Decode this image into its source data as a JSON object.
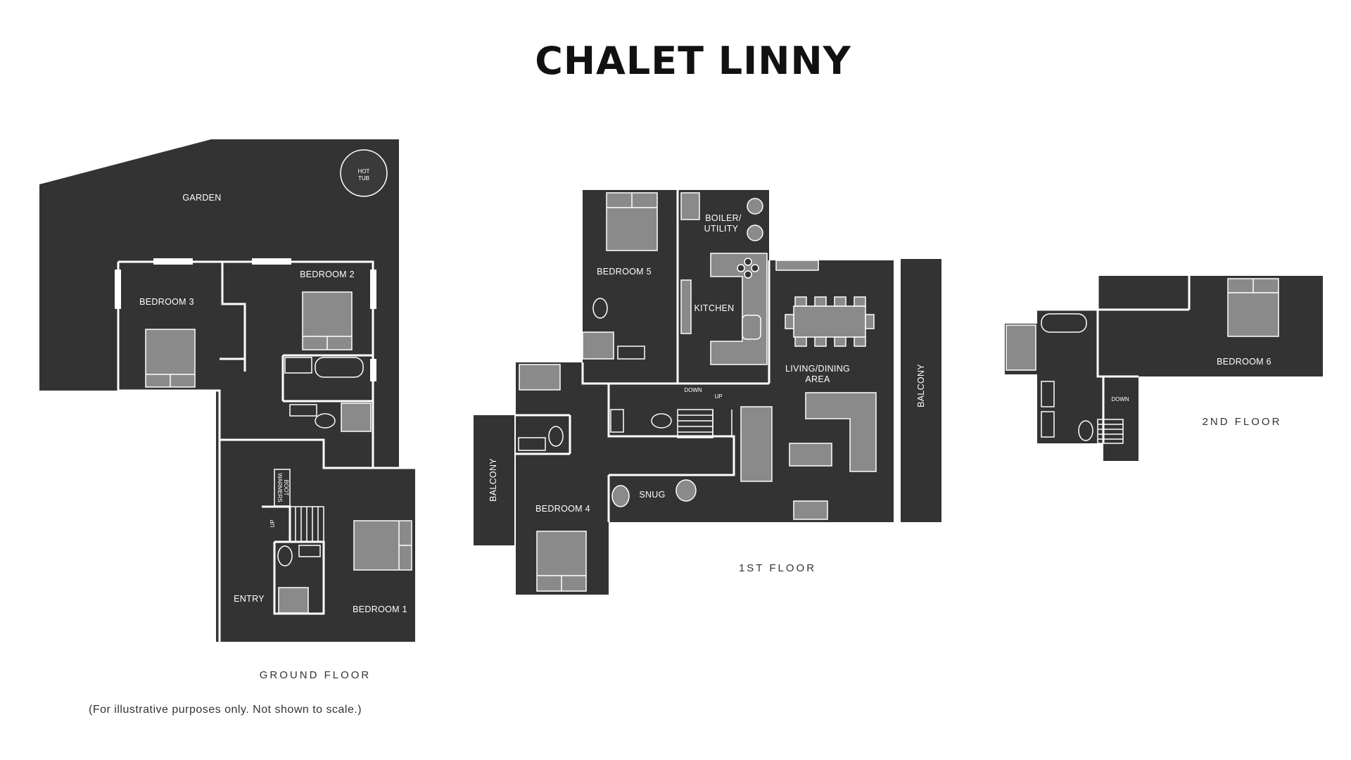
{
  "title": "CHALET LINNY",
  "note": "(For illustrative purposes only. Not shown to scale.)",
  "colors": {
    "floor": "#333333",
    "wall": "#ffffff",
    "fixture": "#8a8a8a",
    "text": "#111111"
  },
  "ground_floor": {
    "label": "GROUND FLOOR",
    "rooms": {
      "garden": "GARDEN",
      "hot_tub_line1": "HOT",
      "hot_tub_line2": "TUB",
      "bedroom3": "BEDROOM 3",
      "bedroom2": "BEDROOM 2",
      "bedroom1": "BEDROOM 1",
      "entry": "ENTRY",
      "boot_line1": "BOOT",
      "boot_line2": "WARMERS",
      "up": "UP"
    }
  },
  "first_floor": {
    "label": "1ST FLOOR",
    "rooms": {
      "bedroom5": "BEDROOM 5",
      "boiler_line1": "BOILER/",
      "boiler_line2": "UTILITY",
      "kitchen": "KITCHEN",
      "living_line1": "LIVING/DINING",
      "living_line2": "AREA",
      "balcony_right": "BALCONY",
      "balcony_left": "BALCONY",
      "bedroom4": "BEDROOM 4",
      "snug": "SNUG",
      "down": "DOWN",
      "up": "UP"
    }
  },
  "second_floor": {
    "label": "2ND FLOOR",
    "rooms": {
      "bedroom6": "BEDROOM 6",
      "down": "DOWN"
    }
  }
}
